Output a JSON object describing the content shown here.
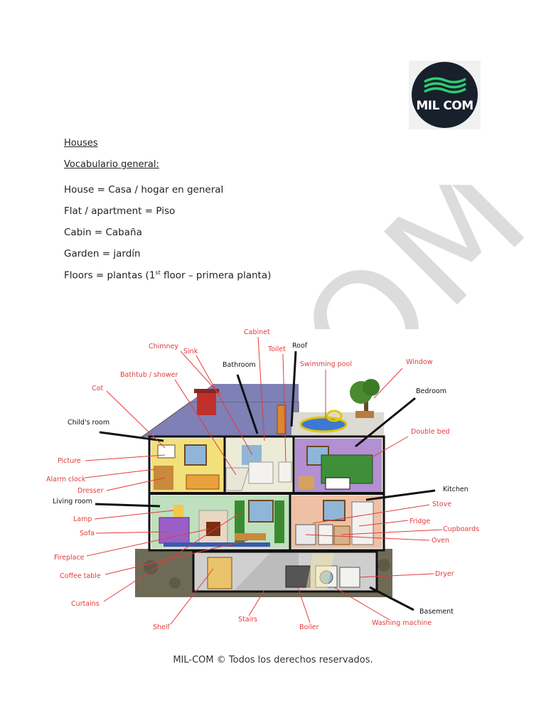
{
  "logo": {
    "text": "MIL COM",
    "icon": "flag-waves-icon",
    "bg_color": "#17202b",
    "accent_color": "#2ecc71"
  },
  "watermark": "OM",
  "heading": "Houses",
  "subheading": "Vocabulario general:",
  "vocabulary": [
    "House = Casa / hogar en general",
    "Flat / apartment = Piso",
    "Cabin = Cabaña",
    "Garden = jardín"
  ],
  "floors_line": {
    "before": "Floors = plantas (1",
    "sup": "st",
    "after": " floor – primera planta)"
  },
  "diagram_labels": {
    "cabinet": "Cabinet",
    "roof": "Roof",
    "chimney": "Chimney",
    "sink": "Sink",
    "toilet": "Toilet",
    "bathroom": "Bathroom",
    "swimming_pool": "Swimming pool",
    "window": "Window",
    "bathtub": "Bathtub / shower",
    "cot": "Cot",
    "bedroom": "Bedroom",
    "childs_room": "Child's room",
    "double_bed": "Double bed",
    "picture": "Picture",
    "alarm_clock": "Alarm clock",
    "dresser": "Dresser",
    "kitchen": "Kitchen",
    "living_room": "Living room",
    "stove": "Stove",
    "lamp": "Lamp",
    "fridge": "Fridge",
    "sofa": "Sofa",
    "cupboards": "Cupboards",
    "oven": "Oven",
    "fireplace": "Fireplace",
    "coffee_table": "Coffee table",
    "dryer": "Dryer",
    "curtains": "Curtains",
    "basement": "Basement",
    "stairs": "Stairs",
    "shelf": "Shelf",
    "boiler": "Boiler",
    "washing_machine": "Washing machine"
  },
  "label_color": "#e23b3b",
  "footer": "MIL-COM © Todos los derechos reservados."
}
